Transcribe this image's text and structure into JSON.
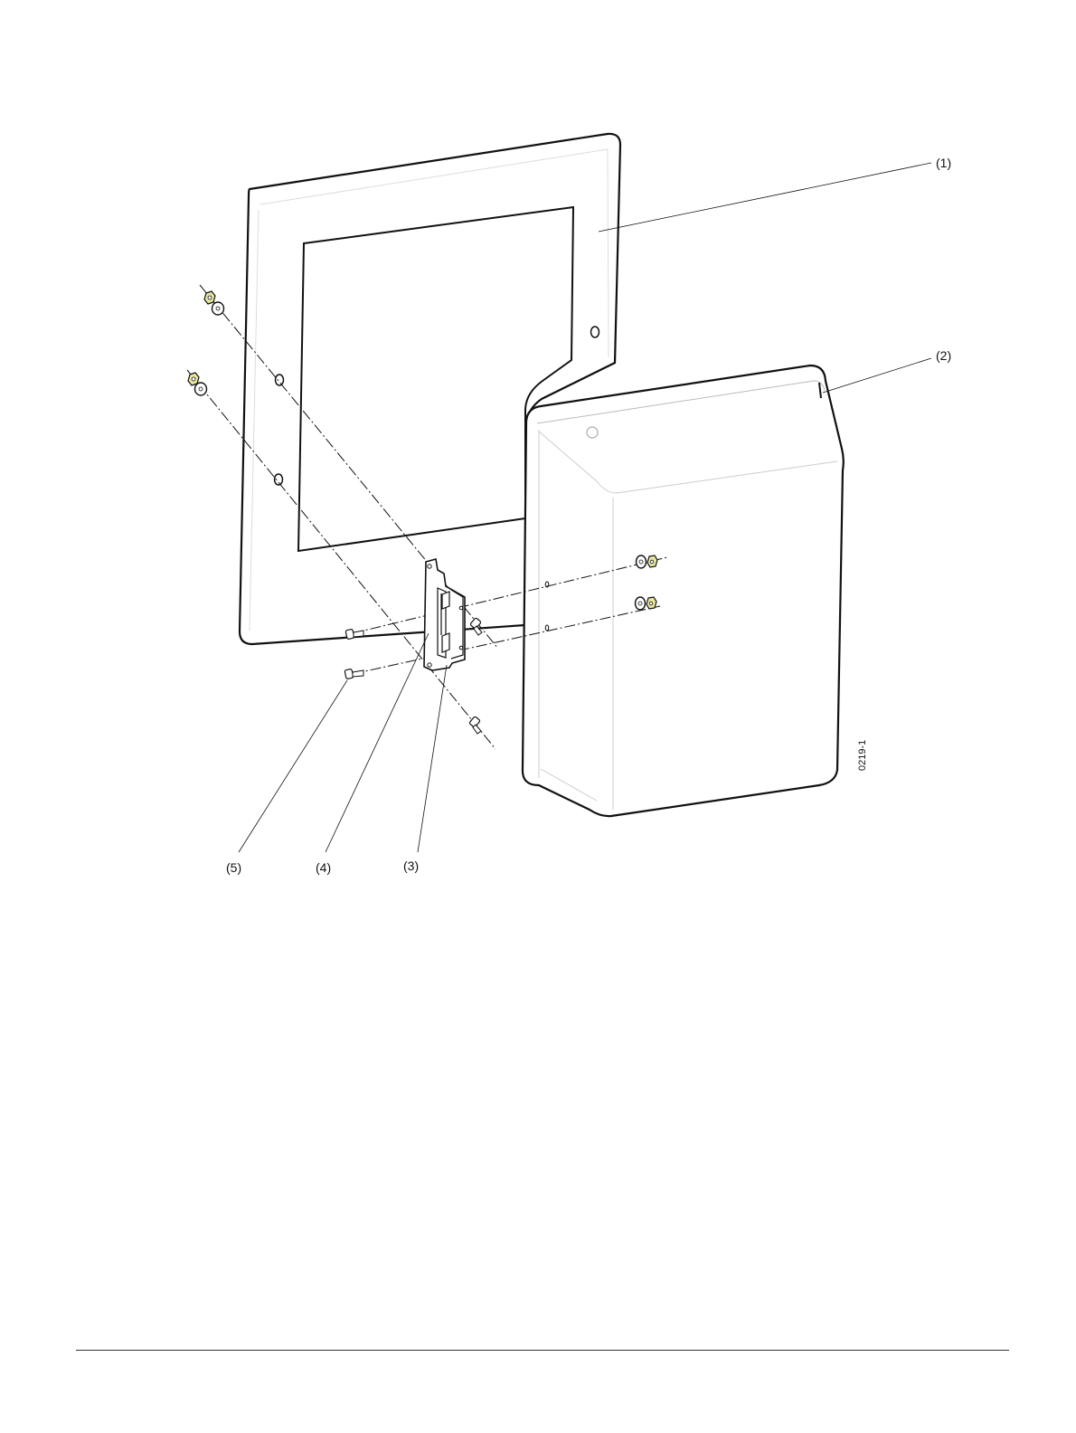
{
  "figure": {
    "callouts": {
      "c1": "(1)",
      "c2": "(2)",
      "c3": "(3)",
      "c4": "(4)",
      "c5": "(5)"
    },
    "figure_code": "0219-1"
  },
  "colors": {
    "line": "#111111",
    "nut_fill": "#e8e6a0",
    "footer_rule": "#333333"
  }
}
